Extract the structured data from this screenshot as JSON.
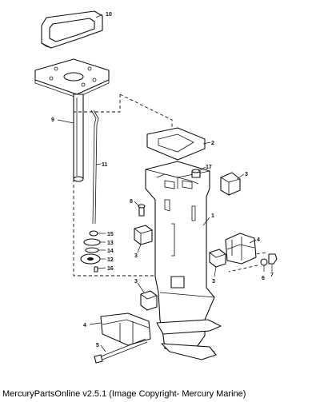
{
  "callouts": {
    "p10": "10",
    "p9": "9",
    "p11": "11",
    "p2": "2",
    "p17": "17",
    "p3a": "3",
    "p8": "8",
    "p1": "1",
    "p3b": "3",
    "p15": "15",
    "p13": "13",
    "p14": "14",
    "p12": "12",
    "p16": "16",
    "p4a": "4",
    "p3c": "3",
    "p6": "6",
    "p7": "7",
    "p3d": "3",
    "p4b": "4",
    "p5": "5"
  },
  "caption": "MercuryPartsOnline v2.5.1 (Image Copyright- Mercury Marine)"
}
